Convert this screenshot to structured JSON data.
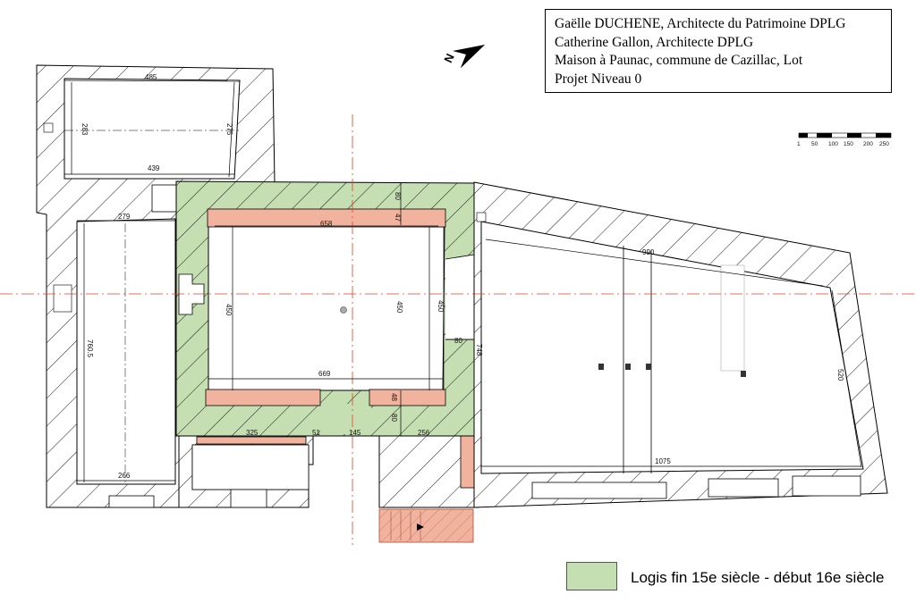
{
  "title_block": {
    "line1": "Gaëlle DUCHENE, Architecte du Patrimoine DPLG",
    "line2": "Catherine Gallon, Architecte DPLG",
    "line3": "Maison à Paunac, commune de Cazillac, Lot",
    "line4": "Projet Niveau 0"
  },
  "north_arrow": {
    "letter": "N",
    "icon": "north-arrow-icon"
  },
  "scale_bar": {
    "ticks": [
      "1",
      "50",
      "100",
      "150",
      "200",
      "250"
    ]
  },
  "dimensions": {
    "d485": "485",
    "d283": "283",
    "d275": "275",
    "d439": "439",
    "d279": "279",
    "d7605": "760.5",
    "d266": "266",
    "d658": "658",
    "d80a": "80",
    "d47": "47",
    "d450a": "450",
    "d450b": "450",
    "d450c": "450",
    "d80b": "80",
    "d748": "748",
    "d669": "669",
    "d48": "48",
    "d80c": "80",
    "d325": "325",
    "d51": "51",
    "d145": "145",
    "d256": "256",
    "d990": "990",
    "d520": "520",
    "d1075": "1075"
  },
  "legend": {
    "label": "Logis fin 15e siècle - début 16e siècle",
    "color": "#c5dfb2"
  },
  "colors": {
    "green_zone": "#c5dfb2",
    "salmon_wall": "#f2b39e",
    "axis_red": "#e04020",
    "hatch": "#000000"
  }
}
